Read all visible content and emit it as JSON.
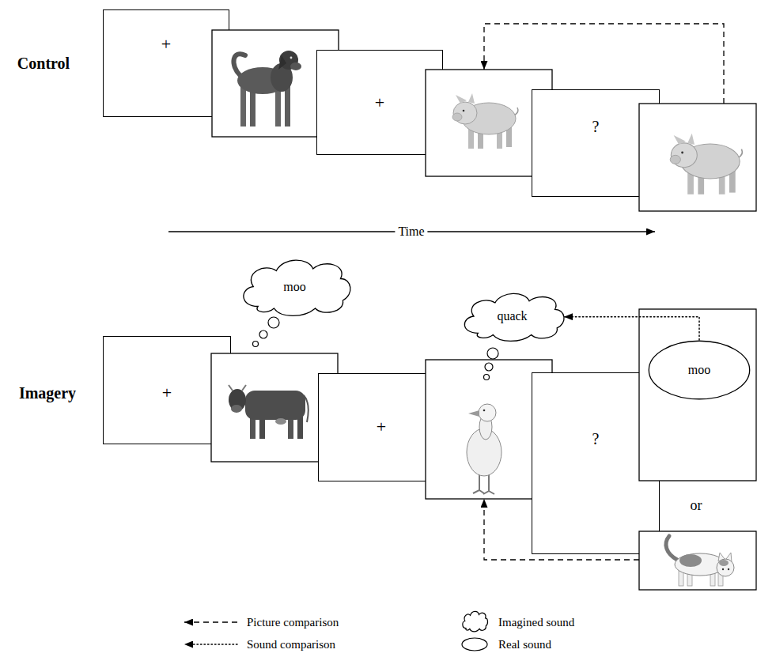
{
  "diagram": {
    "nodes": [
      {
        "text": [
          "+"
        ]
      },
      {
        "text": [
          "+"
        ]
      },
      {
        "text": [
          "?"
        ]
      },
      {
        "text": [
          "+"
        ]
      },
      {
        "text": [
          "moo"
        ]
      },
      {
        "text": [
          "+"
        ]
      },
      {
        "text": [
          "quack"
        ]
      },
      {
        "text": [
          "?"
        ]
      },
      {
        "text": [
          "moo"
        ]
      }
    ],
    "edges": [
      {
        "from": 8,
        "to": 6,
        "arrow": "to"
      }
    ],
    "labels": [
      "Control",
      "Time",
      "Imagery",
      "or"
    ],
    "legend": [
      {
        "text": "Picture comparison"
      },
      {
        "text": "Sound comparison"
      },
      {
        "text": "Imagined sound"
      },
      {
        "text": "Real sound"
      }
    ]
  }
}
